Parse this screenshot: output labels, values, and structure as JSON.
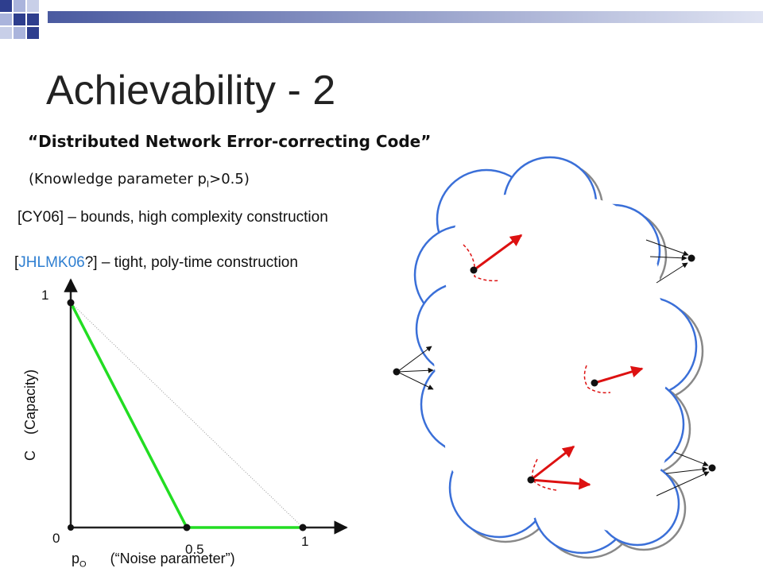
{
  "slide": {
    "title": "Achievability - 2",
    "subtitle_open": "“",
    "subtitle": "Distributed Network Error-correcting Code",
    "subtitle_close": "”",
    "knowledge_prefix": "(Knowledge parameter p",
    "knowledge_sub": "I",
    "knowledge_suffix": ">0.5)",
    "cy06_line": "[CY06] – bounds, high complexity construction",
    "jhlmk_open": "[",
    "jhlmk_link": "JHLMK06",
    "jhlmk_rest": "?] – tight, poly-time construction"
  },
  "graph": {
    "y_tick_top": "1",
    "y_tick_bottom": "0",
    "x_tick_mid": "0.5",
    "x_tick_end": "1",
    "y_axis_label": "C    (Capacity)",
    "x_axis_symbol": "p",
    "x_axis_symbol_sub": "O",
    "x_axis_label": "      (“Noise parameter”)"
  },
  "chart_data": {
    "type": "line",
    "series": [
      {
        "values": [
          [
            0,
            1
          ],
          [
            0.5,
            0
          ],
          [
            1,
            0
          ]
        ],
        "color": "#22dd22"
      },
      {
        "values": [
          [
            0,
            1
          ],
          [
            1,
            0
          ]
        ],
        "color": "#999999",
        "style": "dotted"
      }
    ],
    "xlim": [
      0,
      1
    ],
    "ylim": [
      0,
      1
    ]
  },
  "colors": {
    "accent_blue": "#3a6fd8",
    "arrow_red": "#dd1111",
    "capacity_green": "#22dd22",
    "cloud_gray": "#888888"
  }
}
